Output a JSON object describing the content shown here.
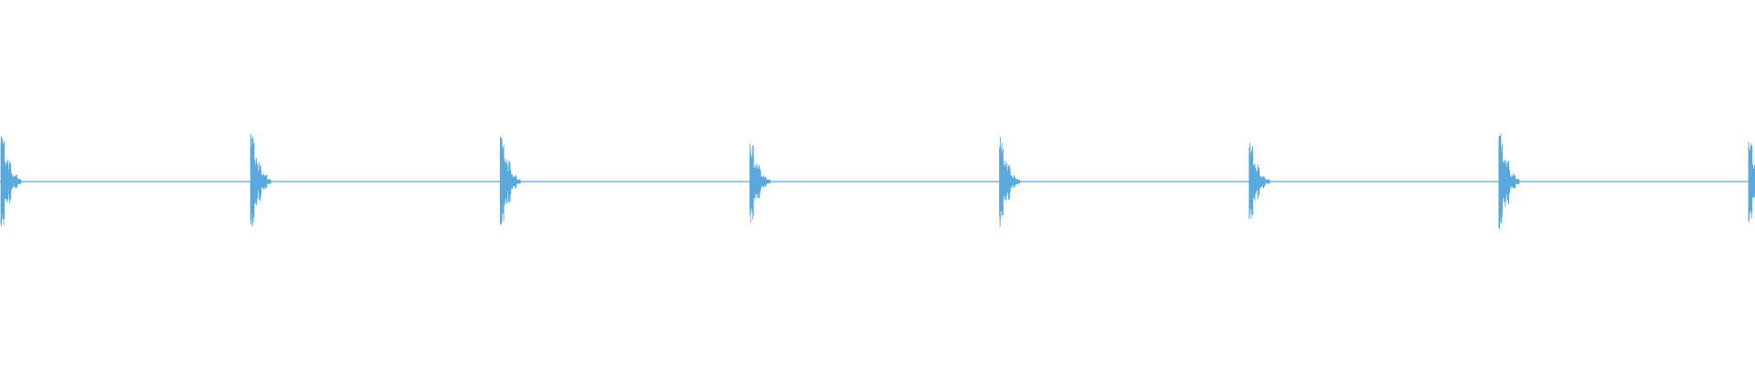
{
  "waveform": {
    "color": "#5aa9de",
    "background": "#ffffff",
    "amplitude_range": [
      -1,
      1
    ],
    "baseline_level": 0,
    "burst_count": 8,
    "bursts": [
      {
        "index": 1,
        "peak_amplitude": 0.52
      },
      {
        "index": 2,
        "peak_amplitude": 0.53
      },
      {
        "index": 3,
        "peak_amplitude": 0.51
      },
      {
        "index": 4,
        "peak_amplitude": 0.44
      },
      {
        "index": 5,
        "peak_amplitude": 0.48
      },
      {
        "index": 6,
        "peak_amplitude": 0.43
      },
      {
        "index": 7,
        "peak_amplitude": 0.55
      },
      {
        "index": 8,
        "peak_amplitude": 0.46
      }
    ]
  }
}
